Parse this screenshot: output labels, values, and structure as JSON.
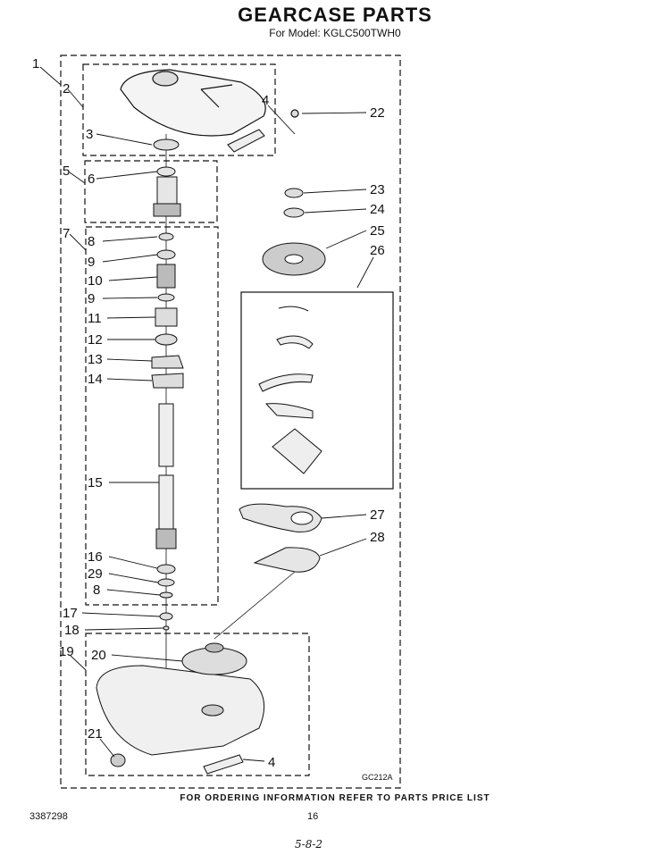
{
  "header": {
    "title": "GEARCASE PARTS",
    "model_line": "For Model: KGLC500TWH0"
  },
  "callouts": {
    "c1": "1",
    "c2": "2",
    "c3": "3",
    "c4a": "4",
    "c4b": "4",
    "c5": "5",
    "c6": "6",
    "c7": "7",
    "c8a": "8",
    "c8b": "8",
    "c9a": "9",
    "c9b": "9",
    "c10": "10",
    "c11": "11",
    "c12": "12",
    "c13": "13",
    "c14": "14",
    "c15": "15",
    "c16": "16",
    "c17": "17",
    "c18": "18",
    "c19": "19",
    "c20": "20",
    "c21": "21",
    "c22": "22",
    "c23": "23",
    "c24": "24",
    "c25": "25",
    "c26": "26",
    "c27": "27",
    "c28": "28",
    "c29": "29"
  },
  "figure_code": "GC212A",
  "footer": {
    "ordering_note": "FOR ORDERING INFORMATION REFER TO PARTS PRICE LIST",
    "doc_number": "3387298",
    "page_number": "16",
    "handwritten": "5-8-2"
  }
}
